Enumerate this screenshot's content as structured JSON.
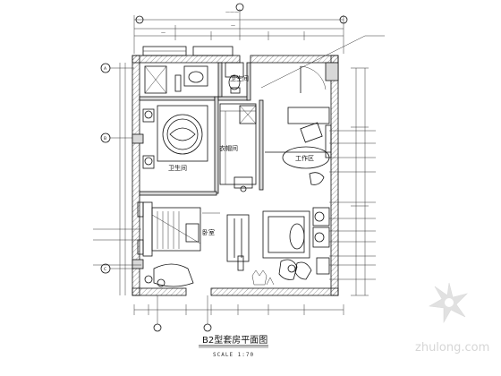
{
  "drawing": {
    "title": "B2型套房平面图",
    "scale": "SCALE 1:70"
  },
  "rooms": {
    "bathroom": "卫生间",
    "bathroom_2": "卫生间",
    "cloakroom": "衣帽间",
    "bedroom": "卧室",
    "study": "工作区"
  },
  "grid_axes": [
    "A",
    "B",
    "C"
  ],
  "watermark": {
    "text": "zhulong.com"
  }
}
